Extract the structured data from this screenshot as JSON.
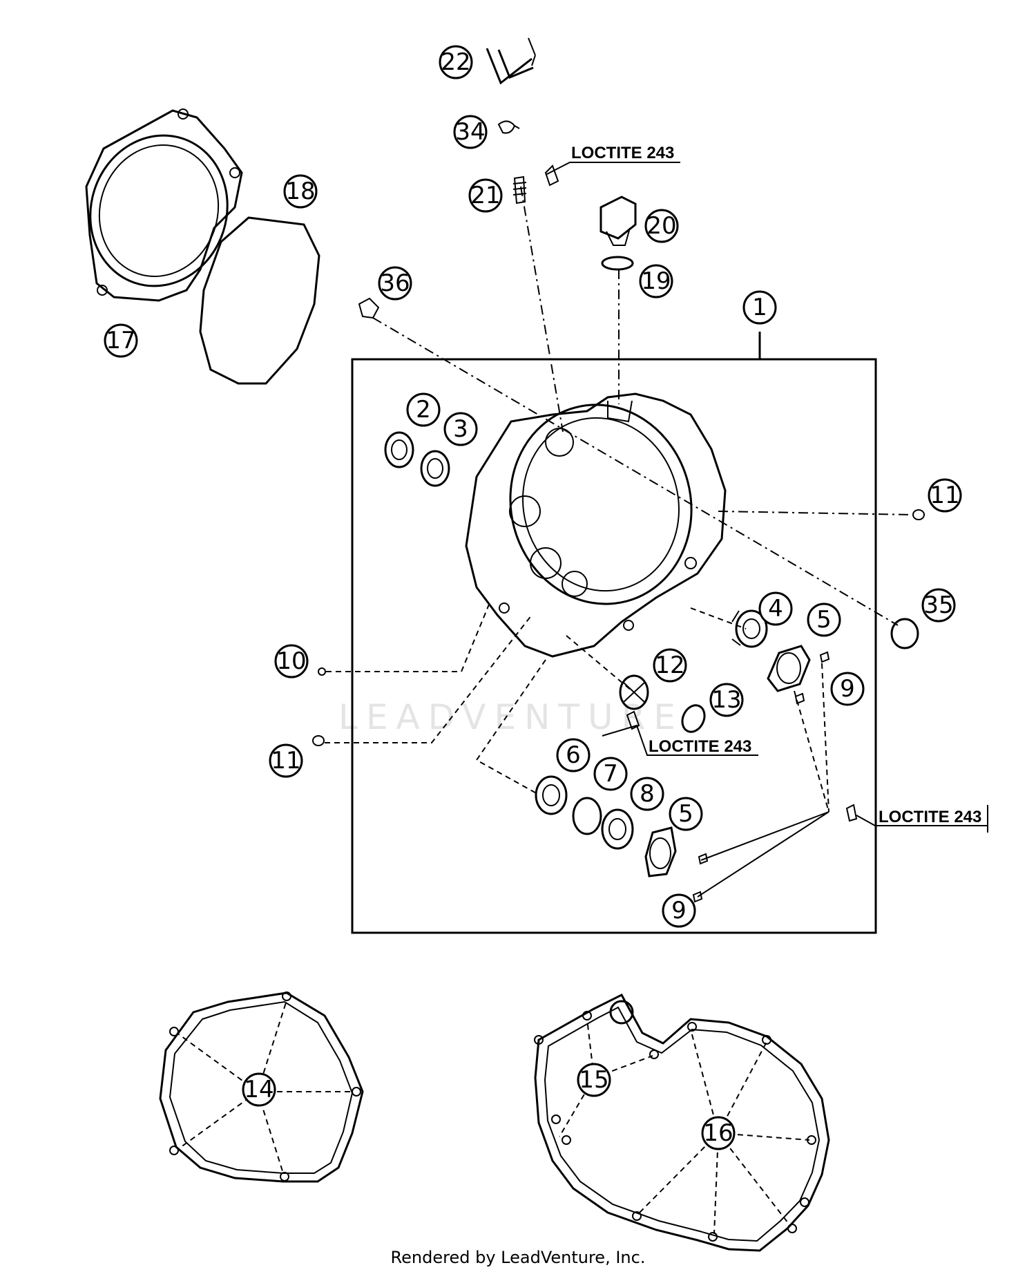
{
  "callouts": [
    {
      "id": "callout-1",
      "label": "1"
    },
    {
      "id": "callout-2",
      "label": "2"
    },
    {
      "id": "callout-3",
      "label": "3"
    },
    {
      "id": "callout-4",
      "label": "4"
    },
    {
      "id": "callout-5a",
      "label": "5"
    },
    {
      "id": "callout-5b",
      "label": "5"
    },
    {
      "id": "callout-6",
      "label": "6"
    },
    {
      "id": "callout-7",
      "label": "7"
    },
    {
      "id": "callout-8",
      "label": "8"
    },
    {
      "id": "callout-9a",
      "label": "9"
    },
    {
      "id": "callout-9b",
      "label": "9"
    },
    {
      "id": "callout-10",
      "label": "10"
    },
    {
      "id": "callout-11a",
      "label": "11"
    },
    {
      "id": "callout-11b",
      "label": "11"
    },
    {
      "id": "callout-12",
      "label": "12"
    },
    {
      "id": "callout-13",
      "label": "13"
    },
    {
      "id": "callout-14",
      "label": "14"
    },
    {
      "id": "callout-15",
      "label": "15"
    },
    {
      "id": "callout-16",
      "label": "16"
    },
    {
      "id": "callout-17",
      "label": "17"
    },
    {
      "id": "callout-18",
      "label": "18"
    },
    {
      "id": "callout-19",
      "label": "19"
    },
    {
      "id": "callout-20",
      "label": "20"
    },
    {
      "id": "callout-21",
      "label": "21"
    },
    {
      "id": "callout-22",
      "label": "22"
    },
    {
      "id": "callout-34",
      "label": "34"
    },
    {
      "id": "callout-35",
      "label": "35"
    },
    {
      "id": "callout-36",
      "label": "36"
    }
  ],
  "notes": {
    "loctite_1": "LOCTITE 243",
    "loctite_2": "LOCTITE 243",
    "loctite_3": "LOCTITE 243"
  },
  "watermark": "LEADVENTURE",
  "footer": "Rendered by LeadVenture, Inc."
}
